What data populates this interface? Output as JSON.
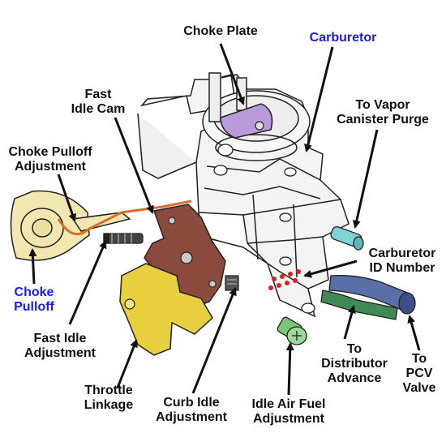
{
  "diagram": {
    "labels": {
      "choke_plate": "Choke Plate",
      "carburetor": "Carburetor",
      "vapor_canister_purge": [
        "To Vapor",
        "Canister Purge"
      ],
      "fast_idle_cam": [
        "Fast",
        "Idle Cam"
      ],
      "choke_pulloff_adjustment": [
        "Choke Pulloff",
        "Adjustment"
      ],
      "carburetor_id_number": [
        "Carburetor",
        "ID Number"
      ],
      "choke_pulloff": [
        "Choke",
        "Pulloff"
      ],
      "fast_idle_adjustment": [
        "Fast Idle",
        "Adjustment"
      ],
      "to_distributor_advance": [
        "To",
        "Distributor",
        "Advance"
      ],
      "to_pcv_valve": [
        "To",
        "PCV",
        "Valve"
      ],
      "throttle_linkage": [
        "Throttle",
        "Linkage"
      ],
      "curb_idle_adjustment": [
        "Curb Idle",
        "Adjustment"
      ],
      "idle_air_fuel_adjustment": [
        "Idle Air Fuel",
        "Adjustment"
      ]
    },
    "colors": {
      "highlight_label": "#1a1aff",
      "choke_plate": "#b89bd8",
      "choke_pulloff_body": "#f2e7b0",
      "fast_idle_cam": "#8b4a3e",
      "throttle_linkage": "#e8cf3e",
      "vapor_port": "#7fd3d6",
      "pcv_hose": "#5a6ea8",
      "distributor_hose": "#3f8a55",
      "idle_screw": "#7cc67a",
      "id_dots": "#e02020",
      "linkage_rod": "#d8702a"
    }
  }
}
